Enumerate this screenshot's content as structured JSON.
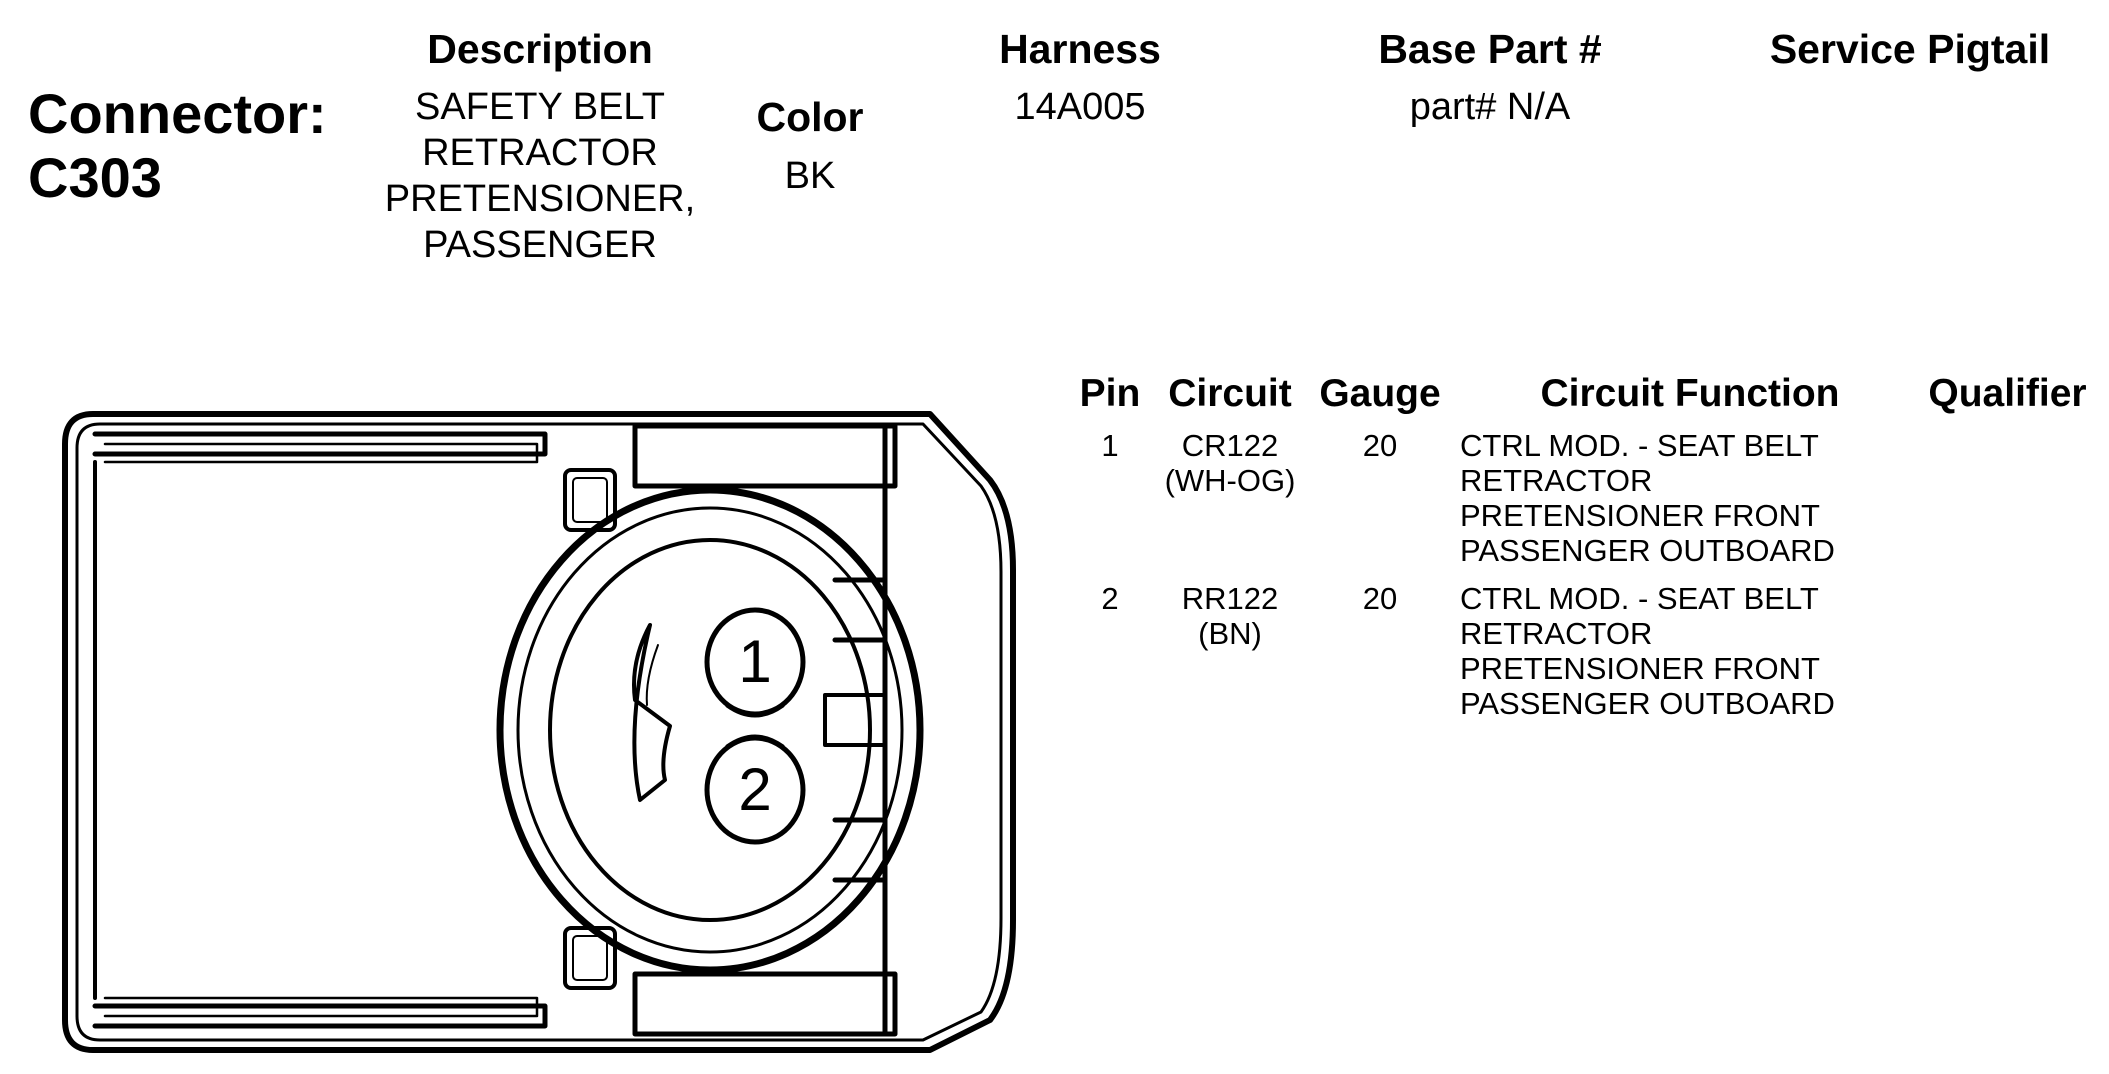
{
  "connector": {
    "label": "Connector:",
    "id": "C303"
  },
  "headers": {
    "description": "Description",
    "harness": "Harness",
    "base_part": "Base Part #",
    "service_pigtail": "Service Pigtail",
    "color": "Color"
  },
  "values": {
    "description_lines": [
      "SAFETY BELT",
      "RETRACTOR",
      "PRETENSIONER,",
      "PASSENGER"
    ],
    "color": "BK",
    "harness": "14A005",
    "base_part": "part# N/A",
    "service_pigtail": ""
  },
  "table": {
    "columns": [
      "Pin",
      "Circuit",
      "Gauge",
      "Circuit Function",
      "Qualifier"
    ],
    "rows": [
      {
        "pin": "1",
        "circuit": "CR122",
        "wire_color": "(WH-OG)",
        "gauge": "20",
        "function_lines": [
          "CTRL MOD. - SEAT BELT",
          "RETRACTOR",
          "PRETENSIONER FRONT",
          "PASSENGER OUTBOARD"
        ],
        "qualifier": ""
      },
      {
        "pin": "2",
        "circuit": "RR122",
        "wire_color": "(BN)",
        "gauge": "20",
        "function_lines": [
          "CTRL MOD. - SEAT BELT",
          "RETRACTOR",
          "PRETENSIONER FRONT",
          "PASSENGER OUTBOARD"
        ],
        "qualifier": ""
      }
    ]
  },
  "diagram": {
    "pin_labels": [
      "1",
      "2"
    ]
  }
}
